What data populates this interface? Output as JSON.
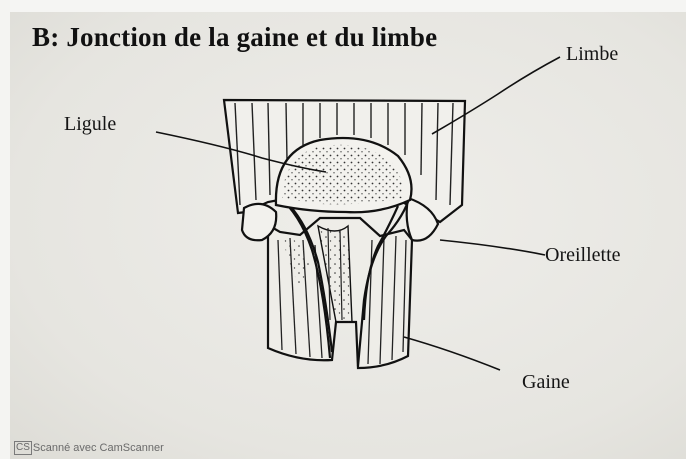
{
  "diagram": {
    "title": "B: Jonction de la gaine et du limbe",
    "labels": {
      "limbe": "Limbe",
      "ligule": "Ligule",
      "oreillette": "Oreillette",
      "gaine": "Gaine"
    }
  },
  "watermark": {
    "logo_text": "CS",
    "text": "Scanné avec CamScanner"
  }
}
